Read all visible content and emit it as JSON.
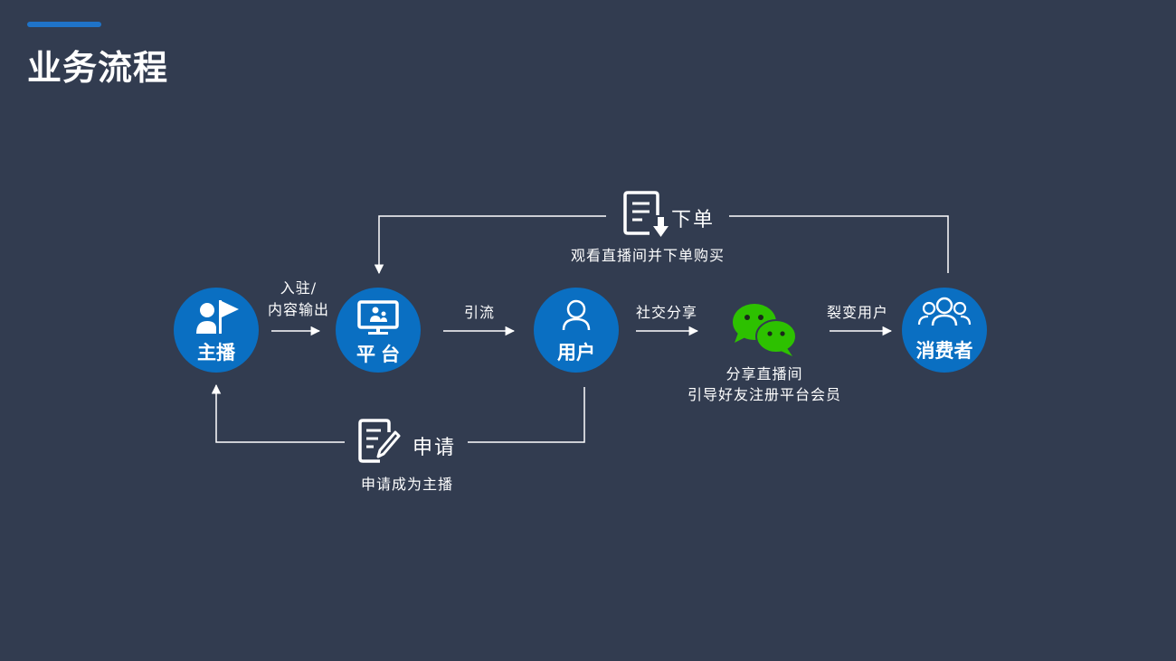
{
  "title": "业务流程",
  "nodes": {
    "streamer": "主播",
    "platform": "平台",
    "user": "用户",
    "consumer": "消费者"
  },
  "edges": {
    "settle_line1": "入驻/",
    "settle_line2": "内容输出",
    "traffic": "引流",
    "social_share": "社交分享",
    "fission": "裂变用户"
  },
  "wechat": {
    "line1": "分享直播间",
    "line2": "引导好友注册平台会员"
  },
  "order": {
    "title": "下单",
    "desc": "观看直播间并下单购买"
  },
  "apply": {
    "title": "申请",
    "desc": "申请成为主播"
  },
  "colors": {
    "background": "#323c50",
    "node_fill": "#0a6fc2",
    "accent": "#1f73c8",
    "wechat_green": "#2dc100"
  }
}
